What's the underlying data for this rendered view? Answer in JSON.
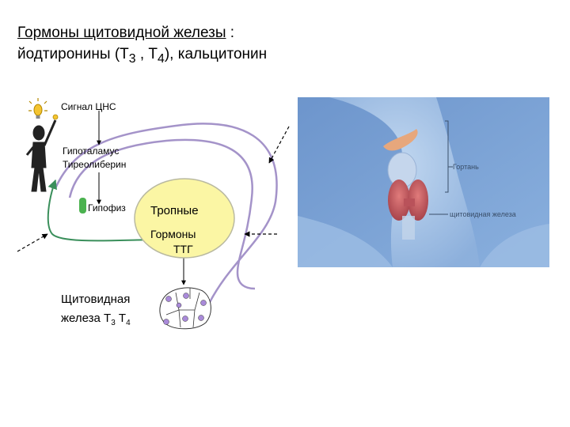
{
  "title": {
    "line1_main": "Гормоны щитовидной железы",
    "line1_suffix": " :",
    "line2_prefix": "йодтиронины (Т",
    "t3_sub": "3",
    "line2_mid": " , Т",
    "t4_sub": "4",
    "line2_suffix": "), кальцитонин"
  },
  "diagram": {
    "signal_cns": "Сигнал ЦНС",
    "hypothalamus": "Гипоталамус",
    "thyroliberin": "Тиреолиберин",
    "pituitary": "Гипофиз",
    "tropic_line1": "Тропные",
    "tropic_line2": "Гормоны",
    "tropic_line3": "ТТГ",
    "thyroid_line1": "Щитовидная",
    "thyroid_line2_prefix": "железа Т",
    "thyroid_t3_sub": "3",
    "thyroid_mid": " Т",
    "thyroid_t4_sub": "4"
  },
  "photo": {
    "label_larynx": "Гортань",
    "label_thyroid": "щитовидная железа"
  },
  "colors": {
    "ellipse_fill": "#fbf6a4",
    "purple_loop": "#a493c9",
    "green_arrow": "#3a8f5b",
    "pituitary_green": "#4bb24f",
    "cell_dot": "#a98ad9",
    "photo_bg": "#7fa7d8"
  }
}
